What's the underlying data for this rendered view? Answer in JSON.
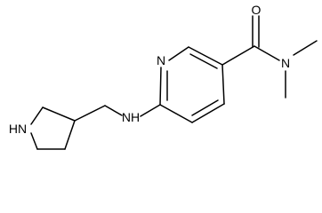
{
  "diagram": {
    "type": "chemical-structure",
    "atom_labels": {
      "ring_nitrogen": "N",
      "carbonyl_oxygen": "O",
      "amide_nitrogen": "N",
      "amine_nh": "NH",
      "pyrrolidine_nh": "HN"
    }
  }
}
